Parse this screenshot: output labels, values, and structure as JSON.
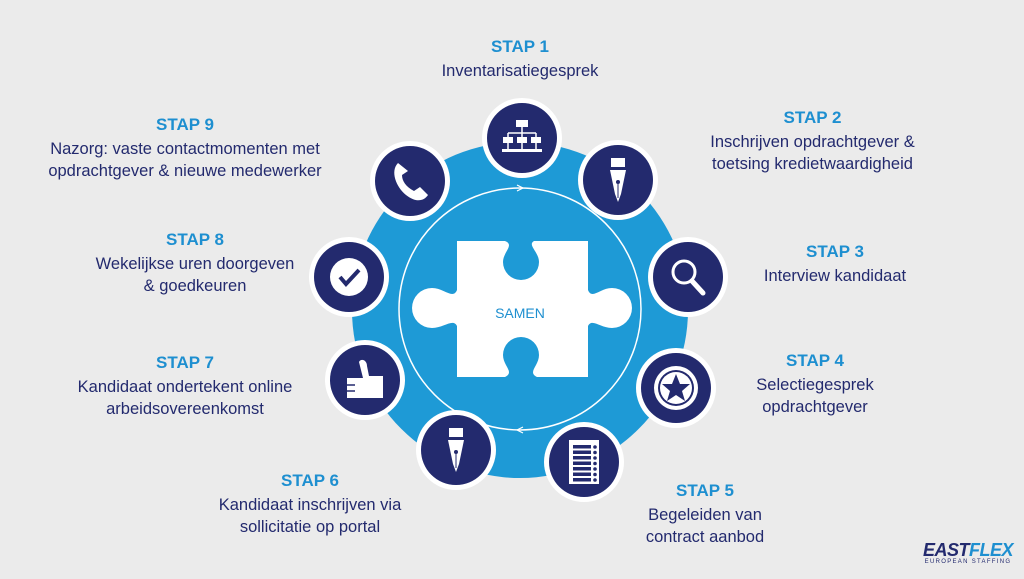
{
  "center_label": "SAMEN",
  "steps": [
    {
      "title": "STAP 1",
      "text": "Inventarisatiegesprek",
      "icon": "org-chart-icon"
    },
    {
      "title": "STAP 2",
      "text": "Inschrijven opdrachtgever & toetsing kredietwaardigheid",
      "icon": "fountain-pen-icon"
    },
    {
      "title": "STAP 3",
      "text": "Interview kandidaat",
      "icon": "magnifier-icon"
    },
    {
      "title": "STAP 4",
      "text": "Selectiegesprek opdrachtgever",
      "icon": "star-icon"
    },
    {
      "title": "STAP 5",
      "text": "Begeleiden van contract aanbod",
      "icon": "checklist-icon"
    },
    {
      "title": "STAP 6",
      "text": "Kandidaat inschrijven via sollicitatie op portal",
      "icon": "fountain-pen-icon"
    },
    {
      "title": "STAP 7",
      "text": "Kandidaat ondertekent online arbeidsovereenkomst",
      "icon": "thumbs-up-icon"
    },
    {
      "title": "STAP 8",
      "text": "Wekelijkse uren doorgeven & goedkeuren",
      "icon": "checkmark-icon"
    },
    {
      "title": "STAP 9",
      "text": "Nazorg: vaste contactmomenten met opdrachtgever & nieuwe medewerker",
      "icon": "phone-icon"
    }
  ],
  "logo": {
    "name_a": "EAST",
    "name_b": "FLEX",
    "tagline": "EUROPEAN STAFFING"
  },
  "colors": {
    "ring": "#1e9ad6",
    "icon_bg": "#232a6e",
    "title": "#1e8fd0",
    "text": "#232a6e"
  }
}
